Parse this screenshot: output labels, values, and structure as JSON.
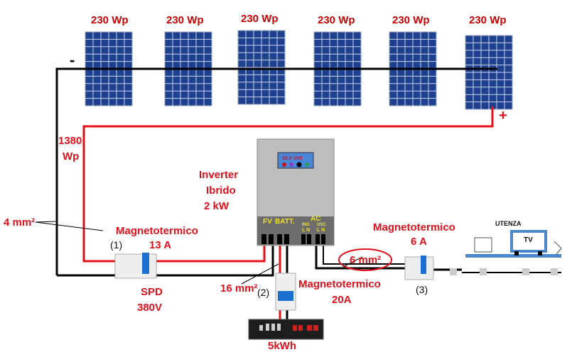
{
  "panels": [
    {
      "label": "230 Wp"
    },
    {
      "label": "230 Wp"
    },
    {
      "label": "230 Wp"
    },
    {
      "label": "230 Wp"
    },
    {
      "label": "230 Wp"
    },
    {
      "label": "230 Wp"
    }
  ],
  "string": {
    "power_line1": "1380",
    "power_line2": "Wp",
    "negative": "-",
    "positive": "+"
  },
  "cable_4": "4 mm²",
  "breaker1": {
    "title": "Magnetotermico",
    "rating": "13 A",
    "index": "(1)"
  },
  "spd": {
    "line1": "SPD",
    "line2": "380V"
  },
  "inverter": {
    "line1": "Inverter",
    "line2": "Ibrido",
    "line3": "2 kW",
    "display": "35.5 Volt",
    "fv": "FV",
    "batt": "BATT.",
    "ac": "AC",
    "ing": "ING",
    "usc": "USC",
    "l1": "L N",
    "l2": "L N"
  },
  "cable_16": "16 mm²",
  "breaker2": {
    "index": "(2)",
    "title": "Magnetotermico",
    "rating": "20A"
  },
  "battery": {
    "label": "5kWh"
  },
  "cable_6": "6 mm²",
  "breaker3": {
    "title": "Magnetotermico",
    "rating": "6 A",
    "index": "(3)"
  },
  "load": {
    "title": "UTENZA",
    "tv": "TV"
  },
  "colors": {
    "red": "#e3101c",
    "panel": "#1f3f8f",
    "inverter": "#b8b8b8",
    "load": "#4a86c8"
  }
}
